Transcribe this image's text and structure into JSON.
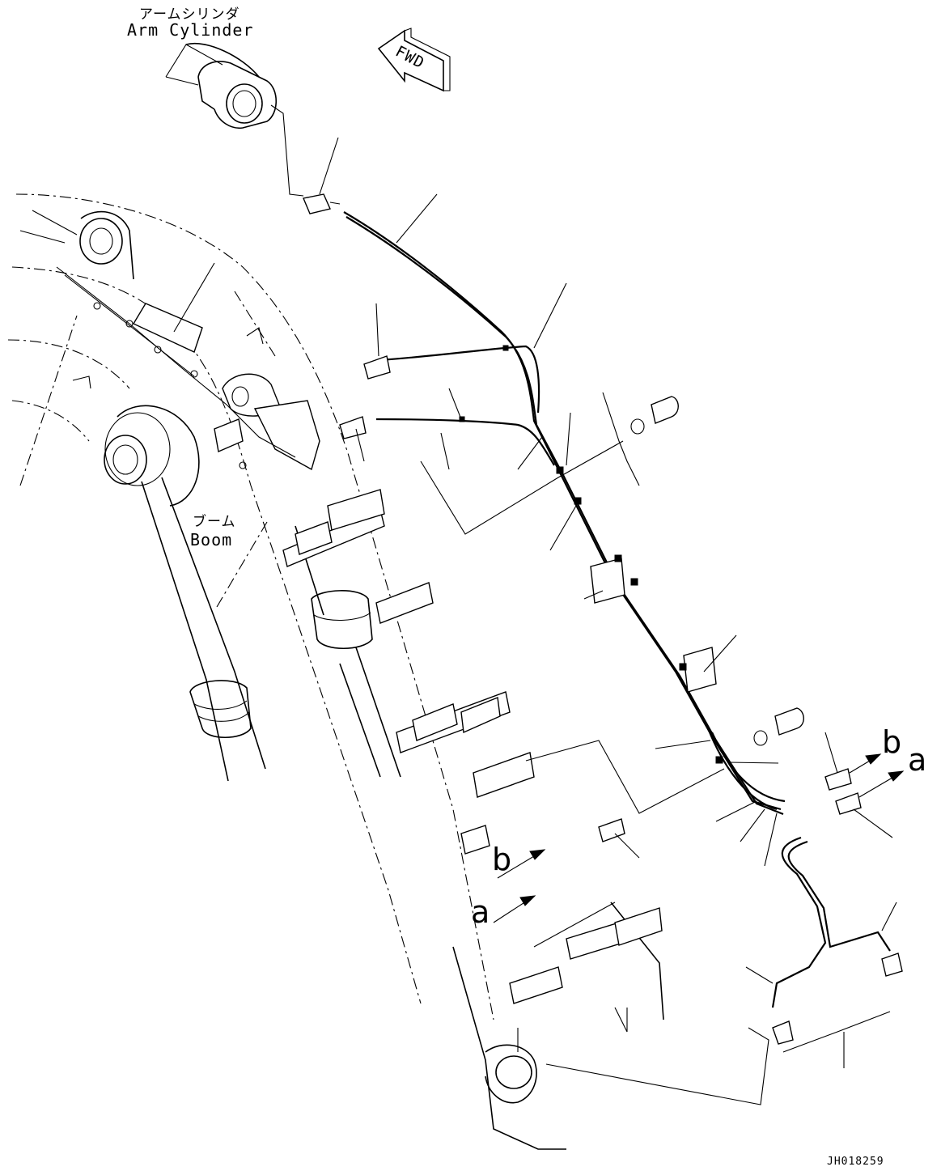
{
  "labels": {
    "arm_cylinder_jp": "アームシリンダ",
    "arm_cylinder_en": "Arm Cylinder",
    "boom_jp": "ブーム",
    "boom_en": "Boom",
    "fwd": "FWD",
    "b_right": "b",
    "a_right": "a",
    "b_left": "b",
    "a_left": "a",
    "drawing_code": "JH018259"
  }
}
